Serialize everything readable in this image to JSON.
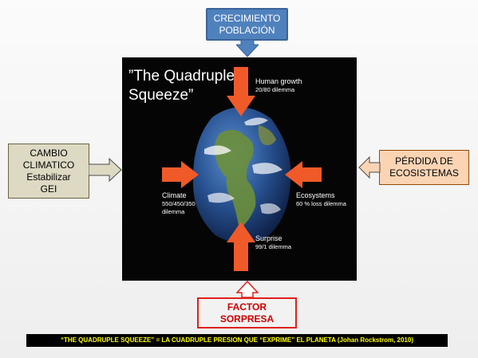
{
  "slide": {
    "title": "”The Quadruple\nSqueeze”",
    "labels": {
      "human": {
        "title": "Human growth",
        "sub": "20/80 dilemma"
      },
      "climate": {
        "title": "Climate",
        "sub1": "550/450/350",
        "sub2": "dilemma"
      },
      "ecosystems": {
        "title": "Ecosystems",
        "sub": "60 % loss dilemma"
      },
      "surprise": {
        "title": "Surprise",
        "sub": "99/1 dilemma"
      }
    }
  },
  "boxes": {
    "top": "CRECIMIENTO\nPOBLACIÓN",
    "left": "CAMBIO\nCLIMATICO\nEstabilizar\nGEI",
    "right": "PÉRDIDA DE\nECOSISTEMAS",
    "bottom": "FACTOR\nSORPRESA"
  },
  "caption": "“THE QUADRUPLE SQUEEZE” = LA CUADRUPLE PRESION QUE “EXPRIME” EL PLANETA (Johan Rockstrom, 2010)",
  "colors": {
    "top_fill": "#4f81bd",
    "left_fill": "#ddd9c3",
    "right_fill": "#fbd4b4",
    "bottom_border": "#e0201b",
    "squeeze_arrows": "#f05a28",
    "caption_text": "#ffff00"
  }
}
